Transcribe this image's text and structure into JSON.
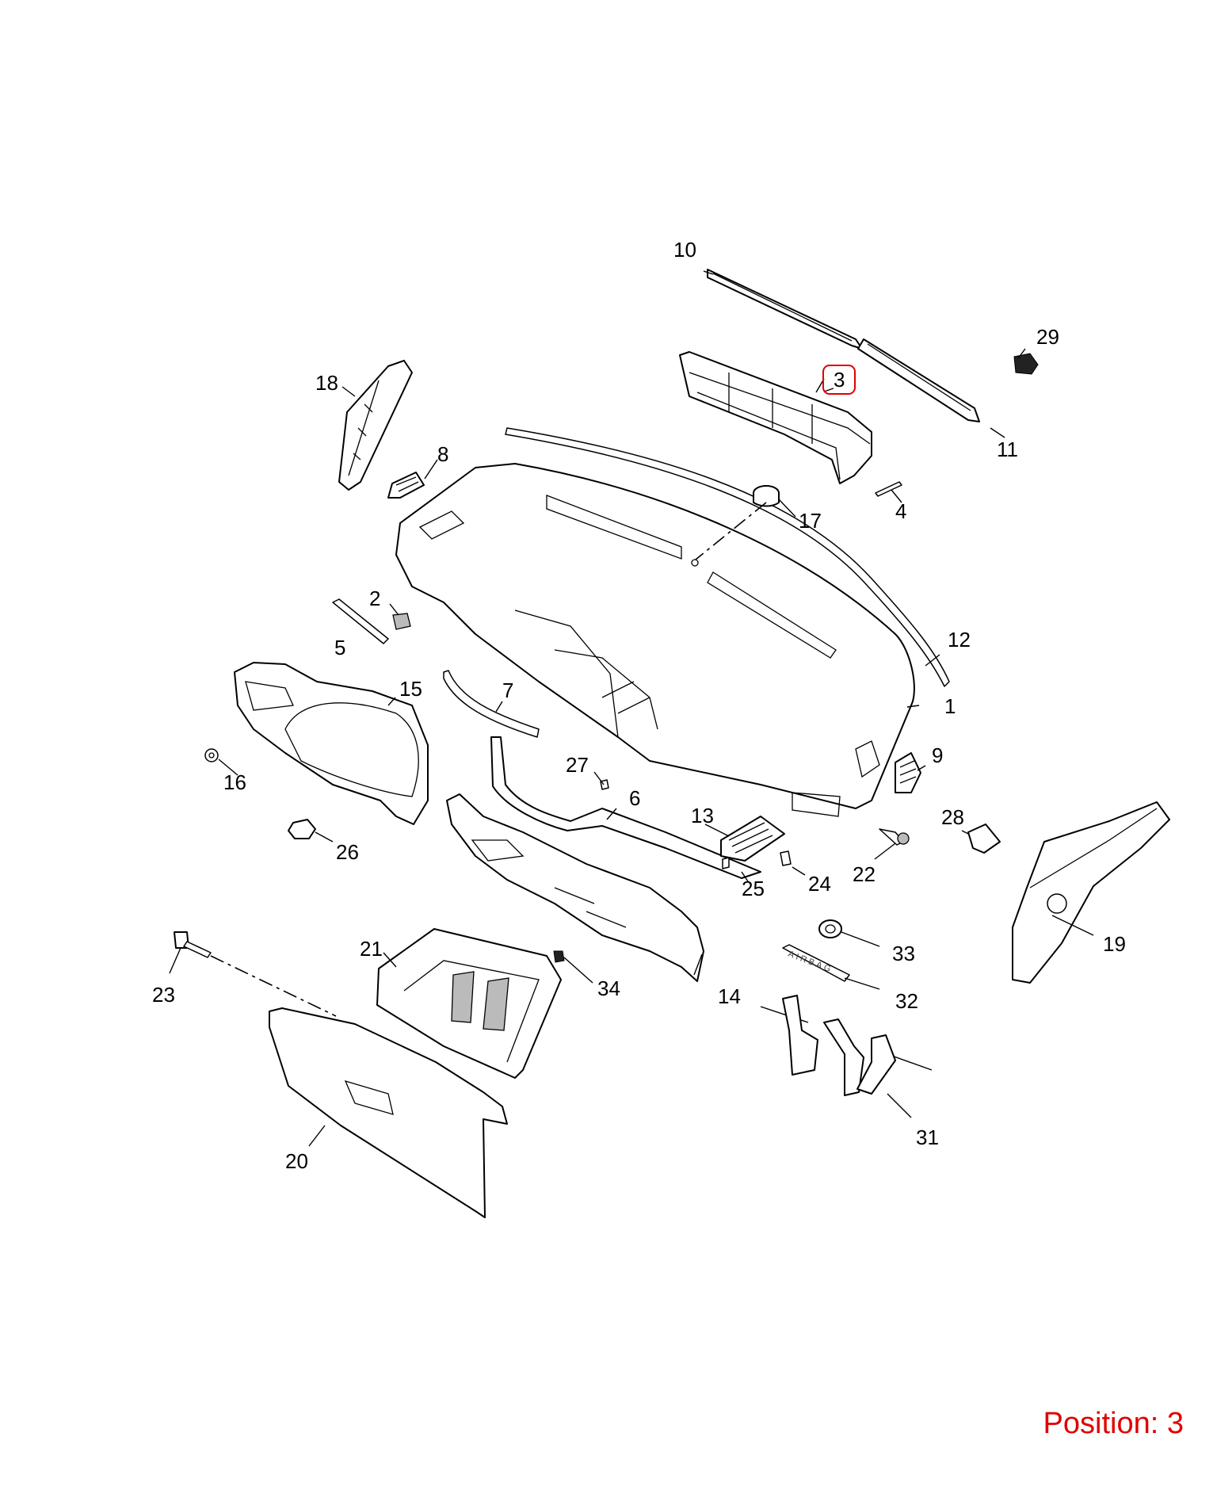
{
  "diagram": {
    "callouts": {
      "c1": "1",
      "c2": "2",
      "c3": "3",
      "c4": "4",
      "c5": "5",
      "c6": "6",
      "c7": "7",
      "c8": "8",
      "c9": "9",
      "c10": "10",
      "c11": "11",
      "c12": "12",
      "c13": "13",
      "c14": "14",
      "c15": "15",
      "c16": "16",
      "c17": "17",
      "c18": "18",
      "c19": "19",
      "c20": "20",
      "c21": "21",
      "c22": "22",
      "c23": "23",
      "c24": "24",
      "c25": "25",
      "c26": "26",
      "c27": "27",
      "c28": "28",
      "c29": "29",
      "c31": "31",
      "c32": "32",
      "c33": "33",
      "c34": "34"
    },
    "highlighted_callout": "3",
    "airbag_badge_text": "AIRBAG",
    "highlight_color": "#e00000"
  },
  "position_label": "Position: 3"
}
